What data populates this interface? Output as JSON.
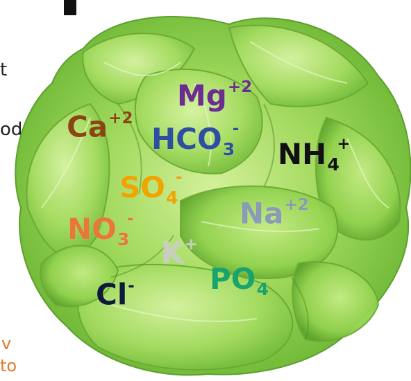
{
  "edge_texts": {
    "top_char": "t",
    "mid_char": "od",
    "bottom_line1": "v",
    "bottom_line2": "to"
  },
  "ions": {
    "mg": {
      "base": "Mg",
      "sup": "+2",
      "color": "#6b2d8f"
    },
    "ca": {
      "base": "Ca",
      "sup": "+2",
      "color": "#8b4513"
    },
    "hco3": {
      "base": "HCO",
      "sub": "3",
      "sup": "-",
      "color": "#2e4fa0"
    },
    "nh4": {
      "base": "NH",
      "sub": "4",
      "sup": "+",
      "color": "#111111"
    },
    "so4": {
      "base": "SO",
      "sub": "4",
      "sup": "-",
      "color": "#f0a400"
    },
    "na": {
      "base": "Na",
      "sup": "+2",
      "color": "#8a9bb5"
    },
    "no3": {
      "base": "NO",
      "sub": "3",
      "sup": "-",
      "color": "#e8783a"
    },
    "k": {
      "base": "K",
      "sup": "+",
      "color": "#c9cec4"
    },
    "po4": {
      "base": "PO",
      "sub": "4",
      "color": "#1aa36b"
    },
    "cl": {
      "base": "Cl",
      "sup": "-",
      "color": "#0d1a3a"
    }
  },
  "colors": {
    "lettuce_light": "#b8e57a",
    "lettuce_mid": "#8ccf4a",
    "lettuce_dark": "#5aa02c"
  }
}
